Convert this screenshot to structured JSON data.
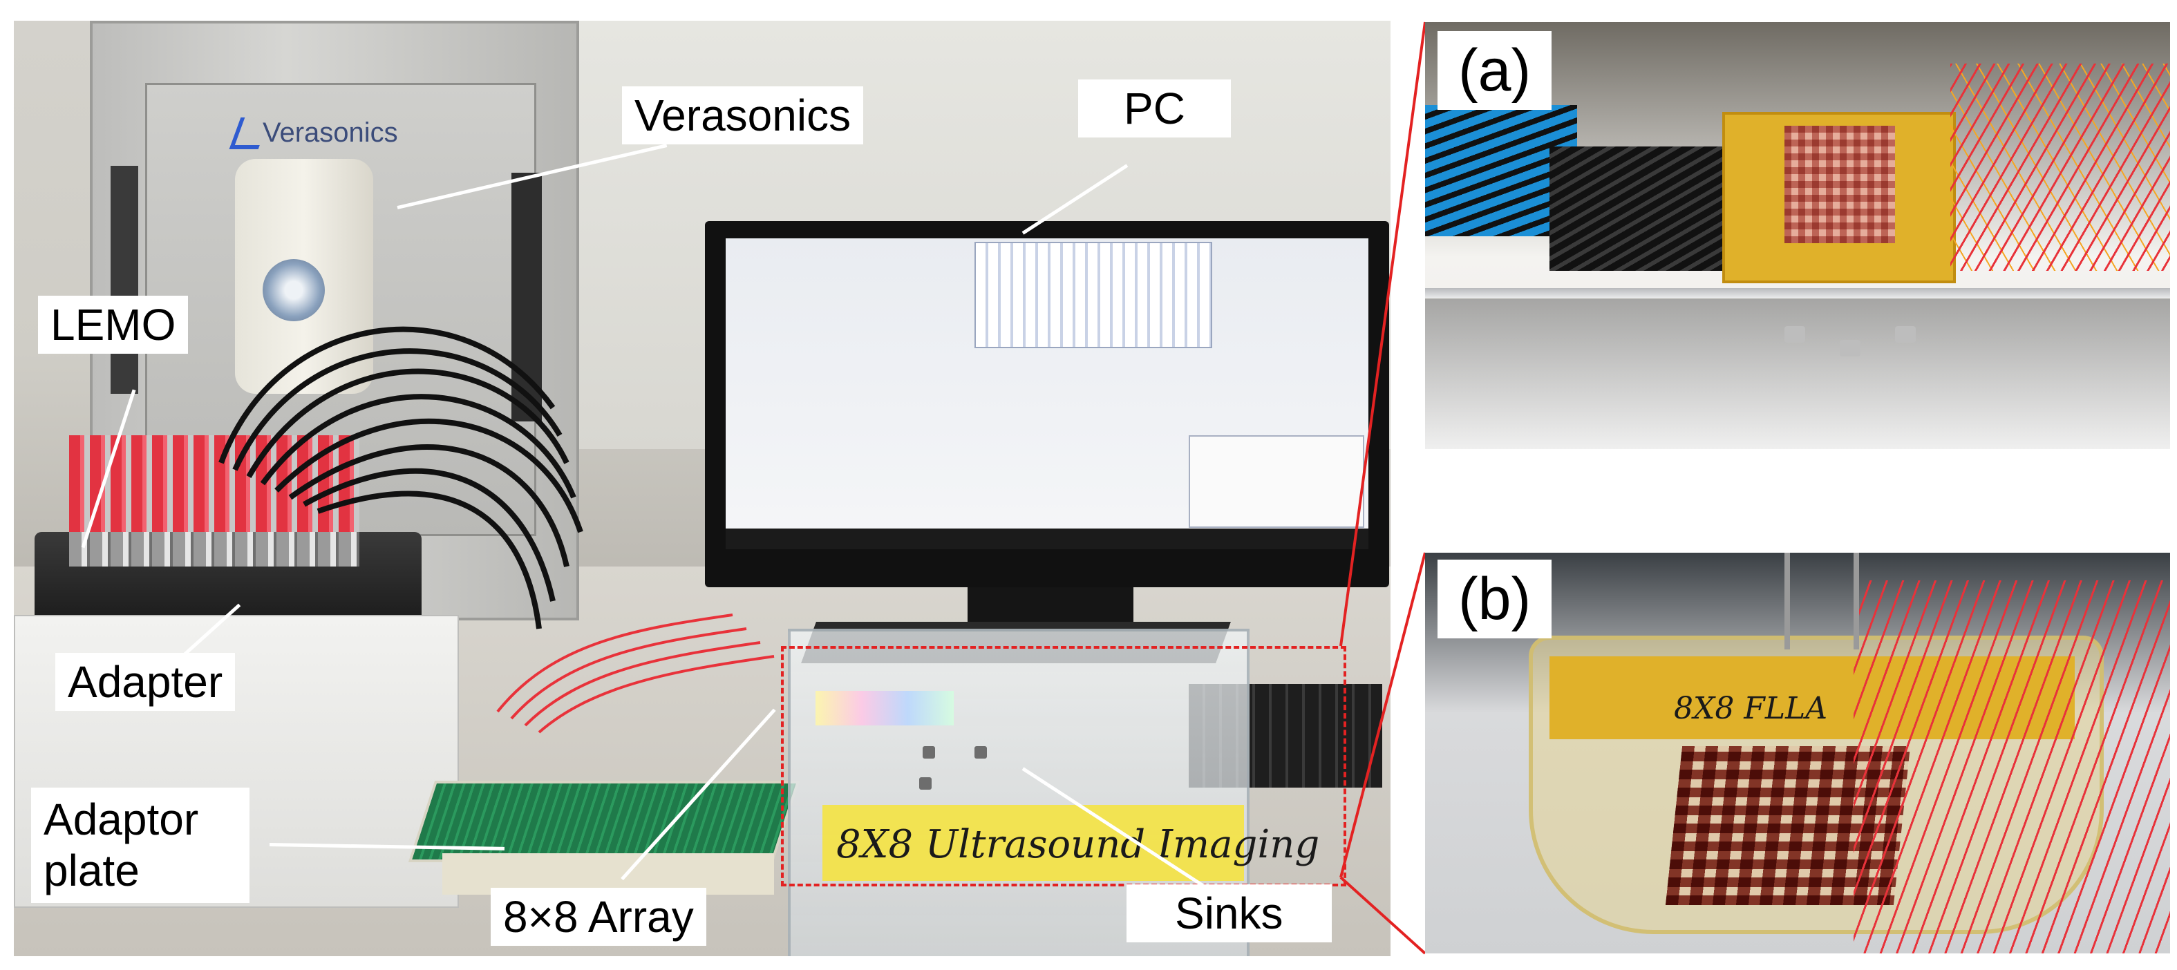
{
  "panel_main": {
    "labels": {
      "verasonics": "Verasonics",
      "pc": "PC",
      "lemo": "LEMO",
      "adapter": "Adapter",
      "adaptor_plate": "Adaptor plate",
      "array": "8×8 Array",
      "sinks": "Sinks"
    },
    "device_brand": "Verasonics",
    "tape_text": "8X8 Ultrasound Imaging"
  },
  "panel_a": {
    "label": "(a)"
  },
  "panel_b": {
    "label": "(b)",
    "tape_text": "8X8 FLLA"
  },
  "colors": {
    "highlight_box": "#e32222",
    "wire_red": "#e8323a",
    "kapton": "#e0b12a",
    "tape_yellow": "#f3e34a"
  }
}
